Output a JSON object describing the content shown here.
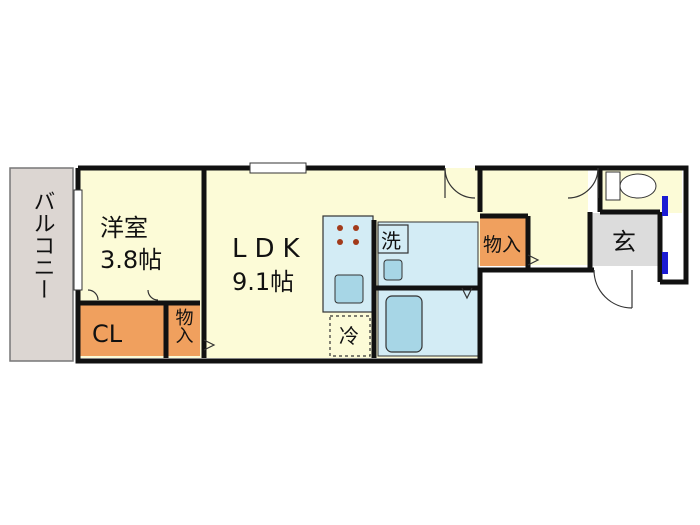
{
  "plan": {
    "balcony": {
      "label": "バルコニー"
    },
    "western_room": {
      "name": "洋室",
      "size": "3.8帖"
    },
    "closet": {
      "label": "CL"
    },
    "storage_small": {
      "label": "物入"
    },
    "ldk": {
      "name": "LDK",
      "size": "9.1帖"
    },
    "washer": {
      "label": "洗"
    },
    "fridge": {
      "label": "冷"
    },
    "storage_hall": {
      "label": "物入"
    },
    "entrance": {
      "label": "玄"
    }
  },
  "colors": {
    "room_fill": "#fcfbd7",
    "storage_fill": "#f0a05e",
    "balcony_fill": "#dcd6d2",
    "fixture_fill": "#d3ecf5",
    "entrance_fill": "#dcdcdc",
    "wall": "#111111",
    "window_marker": "#1b1bd3"
  }
}
